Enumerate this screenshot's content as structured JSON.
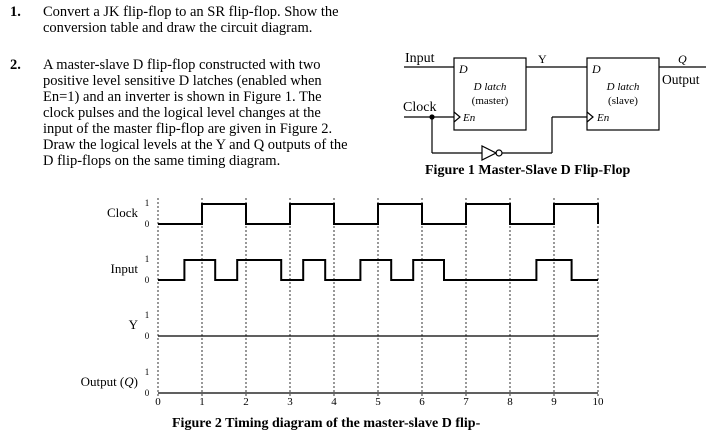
{
  "questions": [
    {
      "number": "1.",
      "lines": [
        "Convert a JK flip-flop to an SR flip-flop. Show the",
        "conversion table and draw the circuit diagram."
      ]
    },
    {
      "number": "2.",
      "lines": [
        "A master-slave D flip-flop constructed with two",
        "positive level sensitive D latches (enabled when",
        "En=1) and an inverter is shown in Figure 1. The",
        "clock pulses and the logical level changes at the",
        "input of the master flip-flop are given in Figure 2.",
        "Draw the logical levels at the Y and Q outputs of the",
        "D flip-flops on the same timing diagram."
      ]
    }
  ],
  "figure1": {
    "caption": "Figure 1  Master-Slave D Flip-Flop",
    "input_label": "Input",
    "clock_label": "Clock",
    "y_label": "Y",
    "q_label": "Q",
    "output_label": "Output",
    "master": {
      "d": "D",
      "name": "D latch",
      "role": "(master)",
      "en": "En"
    },
    "slave": {
      "d": "D",
      "name": "D latch",
      "role": "(slave)",
      "en": "En"
    }
  },
  "figure2": {
    "caption": "Figure 2  Timing diagram of the master-slave D flip-",
    "signals": [
      {
        "label": "Clock",
        "high": "1",
        "low": "0"
      },
      {
        "label": "Input",
        "high": "1",
        "low": "0"
      },
      {
        "label": "Y",
        "high": "1",
        "low": "0"
      },
      {
        "label": "Output (Q)",
        "high": "1",
        "low": "0"
      }
    ],
    "time_ticks": [
      "0",
      "1",
      "2",
      "3",
      "4",
      "5",
      "6",
      "7",
      "8",
      "9",
      "10"
    ],
    "clock_high_intervals": [
      [
        1,
        2
      ],
      [
        3,
        4
      ],
      [
        5,
        6
      ],
      [
        7,
        8
      ],
      [
        9,
        10
      ]
    ],
    "input_high_intervals": [
      [
        0.6,
        1.3
      ],
      [
        1.8,
        2.8
      ],
      [
        3.3,
        3.8
      ],
      [
        4.6,
        5.3
      ],
      [
        5.8,
        6.5
      ],
      [
        8.6,
        9.4
      ]
    ]
  }
}
